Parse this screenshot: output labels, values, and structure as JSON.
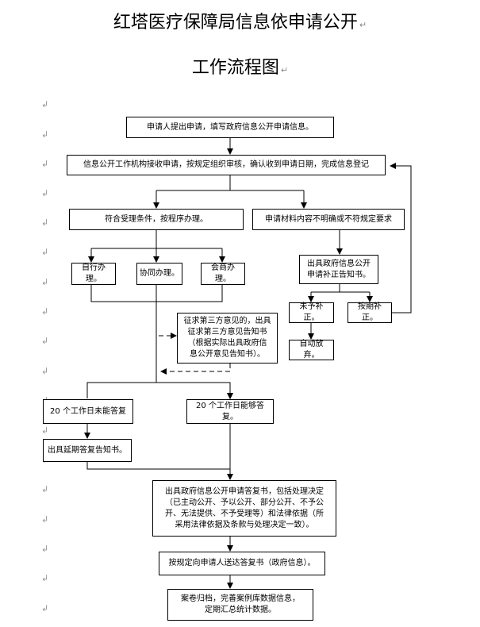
{
  "title_line1": "红塔医疗保障局信息依申请公开",
  "title_line2": "工作流程图",
  "paragraph_mark": "↵",
  "margin_mark": "↲",
  "nodes": {
    "apply": "申请人提出申请，填写政府信息公开申请信息。",
    "receive": "信息公开工作机构接收申请，按规定组织审核，确认收到申请日期，完成信息登记",
    "accept": "符合受理条件，按程序办理。",
    "unclear": "申请材料内容不明确或不符规定要求",
    "self": "自行办理。",
    "assist": "协同办理。",
    "consult": "会商办理。",
    "supplement_notice": "出具政府信息公开\n申请补正告知书。",
    "not_supplement": "未予补正。",
    "supplement_ontime": "按期补正。",
    "auto_abandon": "自动放弃。",
    "third_party": "征求第三方意见的，出具\n征求第三方意见告知书\n（根据实际出具政府信\n息公开意见告知书）。",
    "not_within_20": "20 个工作日未能答复",
    "within_20": "20 个工作日能够答复。",
    "extension_notice": "出具延期答复告知书。",
    "reply": "出具政府信息公开申请答复书，包括处理决定\n（已主动公开、予以公开、部分公开、不予公\n开、无法提供、不予受理等）和法律依据（所\n采用法律依据及条款与处理决定一致）。",
    "deliver": "按规定向申请人送达答复书（政府信息）。",
    "archive": "案卷归档，完善案例库数据信息，\n定期汇总统计数据。"
  }
}
